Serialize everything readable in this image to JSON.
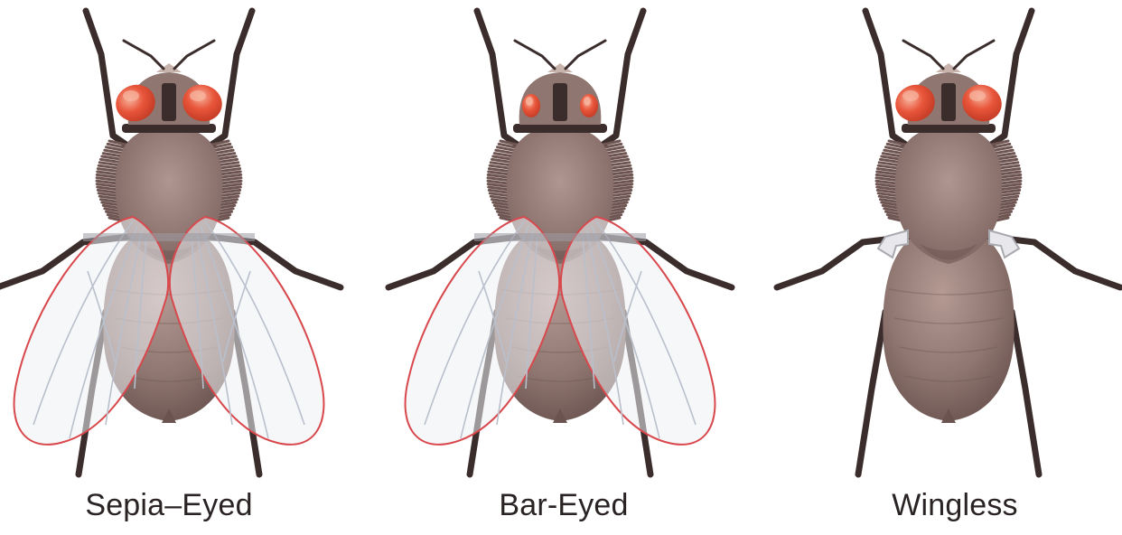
{
  "colors": {
    "body": "#8f7670",
    "body_dark": "#6b5350",
    "body_light": "#c9b3ad",
    "legs": "#3b2d2c",
    "hair": "#6e5552",
    "eye": "#e8553a",
    "eye_highlight": "#f7b39e",
    "wing_outline": "#d8484c",
    "wing_fill": "#eef0f4",
    "wing_vein": "#b9c0cc",
    "label": "#2a2323"
  },
  "flies": [
    {
      "label": "Sepia–Eyed",
      "eyes": "normal",
      "wings": true
    },
    {
      "label": "Bar-Eyed",
      "eyes": "bar",
      "wings": true
    },
    {
      "label": "Wingless",
      "eyes": "normal",
      "wings": false
    }
  ]
}
